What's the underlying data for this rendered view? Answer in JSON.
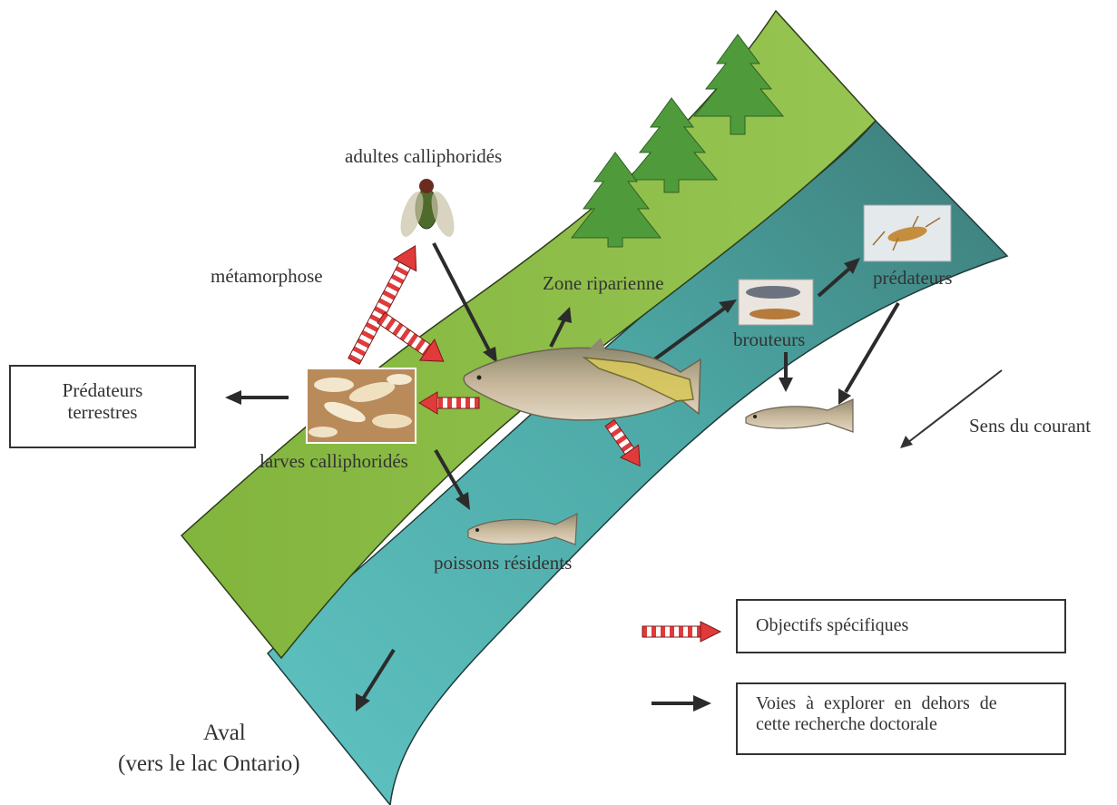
{
  "colors": {
    "riparian": "#8dbd45",
    "riparian_dark": "#5e9a2c",
    "river_dark": "#3d7b78",
    "river_light": "#5fc3c2",
    "tree": "#4f9b3b",
    "arrow_dark": "#2b2b2b",
    "arrow_stripe_red": "#e03a3a"
  },
  "icons": {
    "trees": "conifer-tree-icon",
    "fish": "salmon-icon",
    "fly": "blowfly-icon",
    "larvae": "maggot-photo-icon",
    "nymph": "stonefly-nymph-icon",
    "grazers": "caddis-larva-icon"
  },
  "labels": {
    "adults": "adultes calliphoridés",
    "metamorphosis": "métamorphose",
    "riparian_zone": "Zone riparienne",
    "predators": "prédateurs",
    "grazers": "brouteurs",
    "larvae": "larves calliphoridés",
    "resident_fish": "poissons résidents",
    "current_direction": "Sens du courant",
    "downstream_line1": "Aval",
    "downstream_line2": "(vers le lac Ontario)"
  },
  "terrestrial_box": {
    "line1": "Prédateurs",
    "line2": "terrestres"
  },
  "legend": {
    "specific_objectives": "Objectifs spécifiques",
    "future_line1": "Voies à explorer en dehors de",
    "future_line2": "cette recherche doctorale"
  }
}
